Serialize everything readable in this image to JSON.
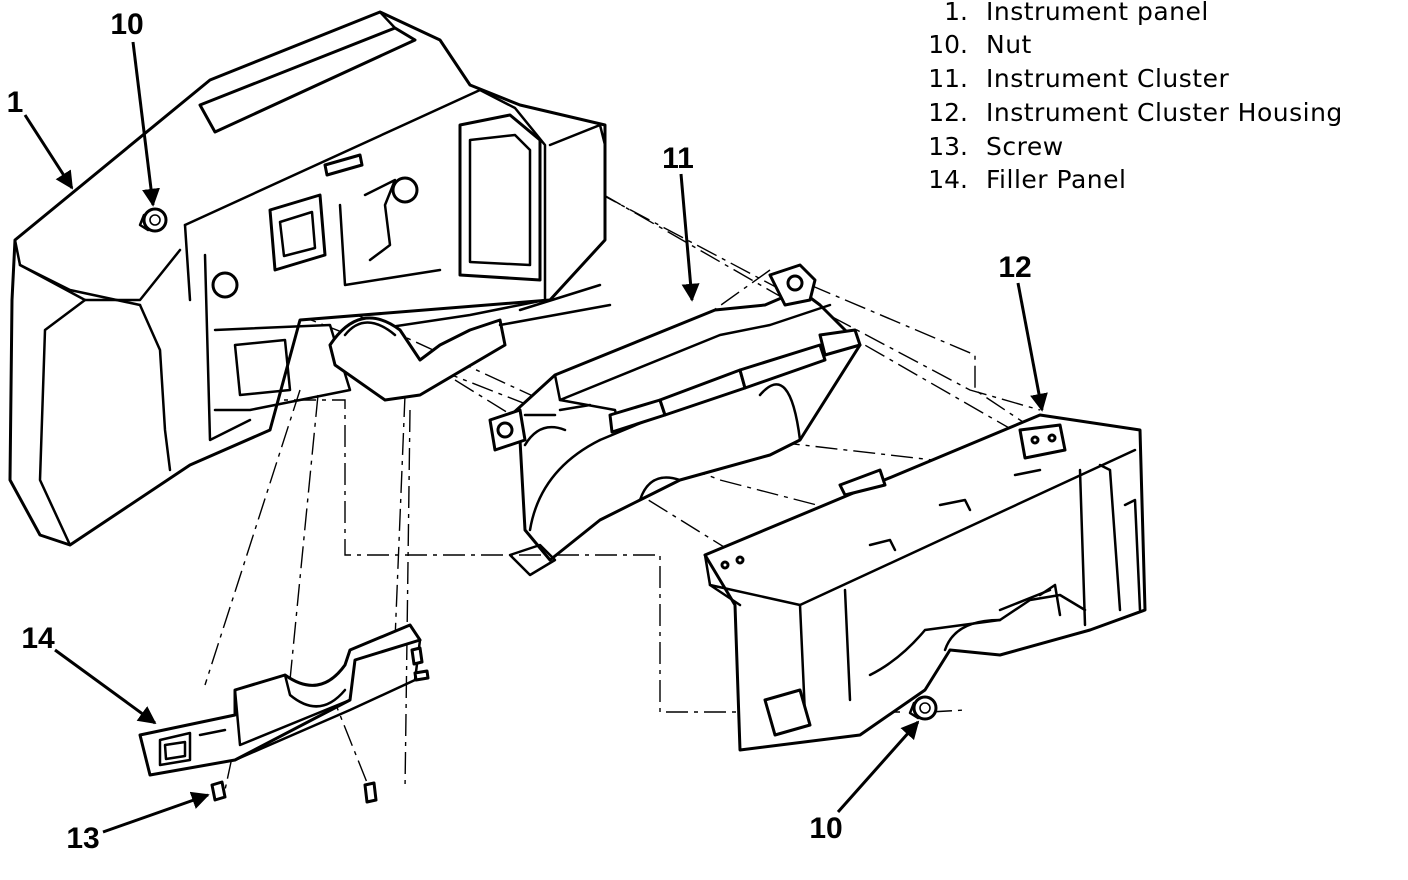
{
  "diagram": {
    "legend": [
      {
        "num": "1.",
        "name": "Instrument panel"
      },
      {
        "num": "10.",
        "name": "Nut"
      },
      {
        "num": "11.",
        "name": "Instrument Cluster"
      },
      {
        "num": "12.",
        "name": "Instrument Cluster Housing"
      },
      {
        "num": "13.",
        "name": "Screw"
      },
      {
        "num": "14.",
        "name": "Filler Panel"
      }
    ],
    "callouts": {
      "instrument_panel": "1",
      "nut_top": "10",
      "instrument_cluster": "11",
      "cluster_housing": "12",
      "screw": "13",
      "filler_panel": "14",
      "nut_bottom": "10"
    },
    "colors": {
      "ink": "#000000",
      "paper": "#ffffff"
    }
  }
}
